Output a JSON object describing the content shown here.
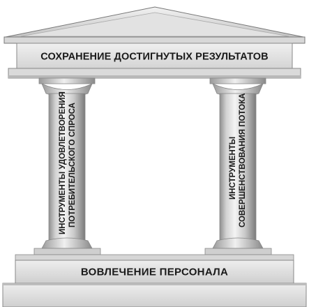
{
  "roof": {
    "label": "СОХРАНЕНИЕ ДОСТИГНУТЫХ РЕЗУЛЬТАТОВ"
  },
  "pillars": {
    "left": {
      "line1": "ИНСТРУМЕНТЫ УДОВЛЕТВОРЕНИЯ",
      "line2": "ПОТРЕБИТЕЛЬСКОГО СПРОСА"
    },
    "right": {
      "line1": "ИНСТРУМЕНТЫ",
      "line2": "СОВЕРШЕНСТВОВАНИЯ ПОТОКА"
    }
  },
  "base": {
    "label": "ВОВЛЕЧЕНИЕ ПЕРСОНАЛА"
  },
  "colors": {
    "stone_light": "#efefef",
    "stone_mid": "#c9c9c9",
    "stone_dark": "#8c8c8c",
    "text": "#1a1a1a"
  }
}
